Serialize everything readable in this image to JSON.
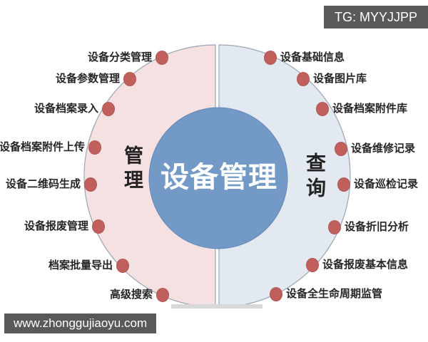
{
  "watermarks": {
    "top_right": "TG: MYYJJPP",
    "bottom_left": "www.zhonggujiaoyu.com"
  },
  "diagram": {
    "center_title": "设备管理",
    "left_group_label": "管理",
    "right_group_label": "查询",
    "left_items": [
      "设备分类管理",
      "设备参数管理",
      "设备档案录入",
      "设备档案附件上传",
      "设备二维码生成",
      "设备报废管理",
      "档案批量导出",
      "高级搜索"
    ],
    "right_items": [
      "设备基础信息",
      "设备图片库",
      "设备档案附件库",
      "设备维修记录",
      "设备巡检记录",
      "设备折旧分析",
      "设备报废基本信息",
      "设备全生命周期监管"
    ],
    "colors": {
      "left_half": "#f5e1e1",
      "right_half": "#e3e9f1",
      "center_circle": "#7399c6",
      "center_circle_edge": "#6688b6",
      "node_dot": "#c05f5c",
      "outline": "#9aa5b3",
      "ground_shadow": "#d8d8d8",
      "watermark_bg": "#595959"
    }
  }
}
